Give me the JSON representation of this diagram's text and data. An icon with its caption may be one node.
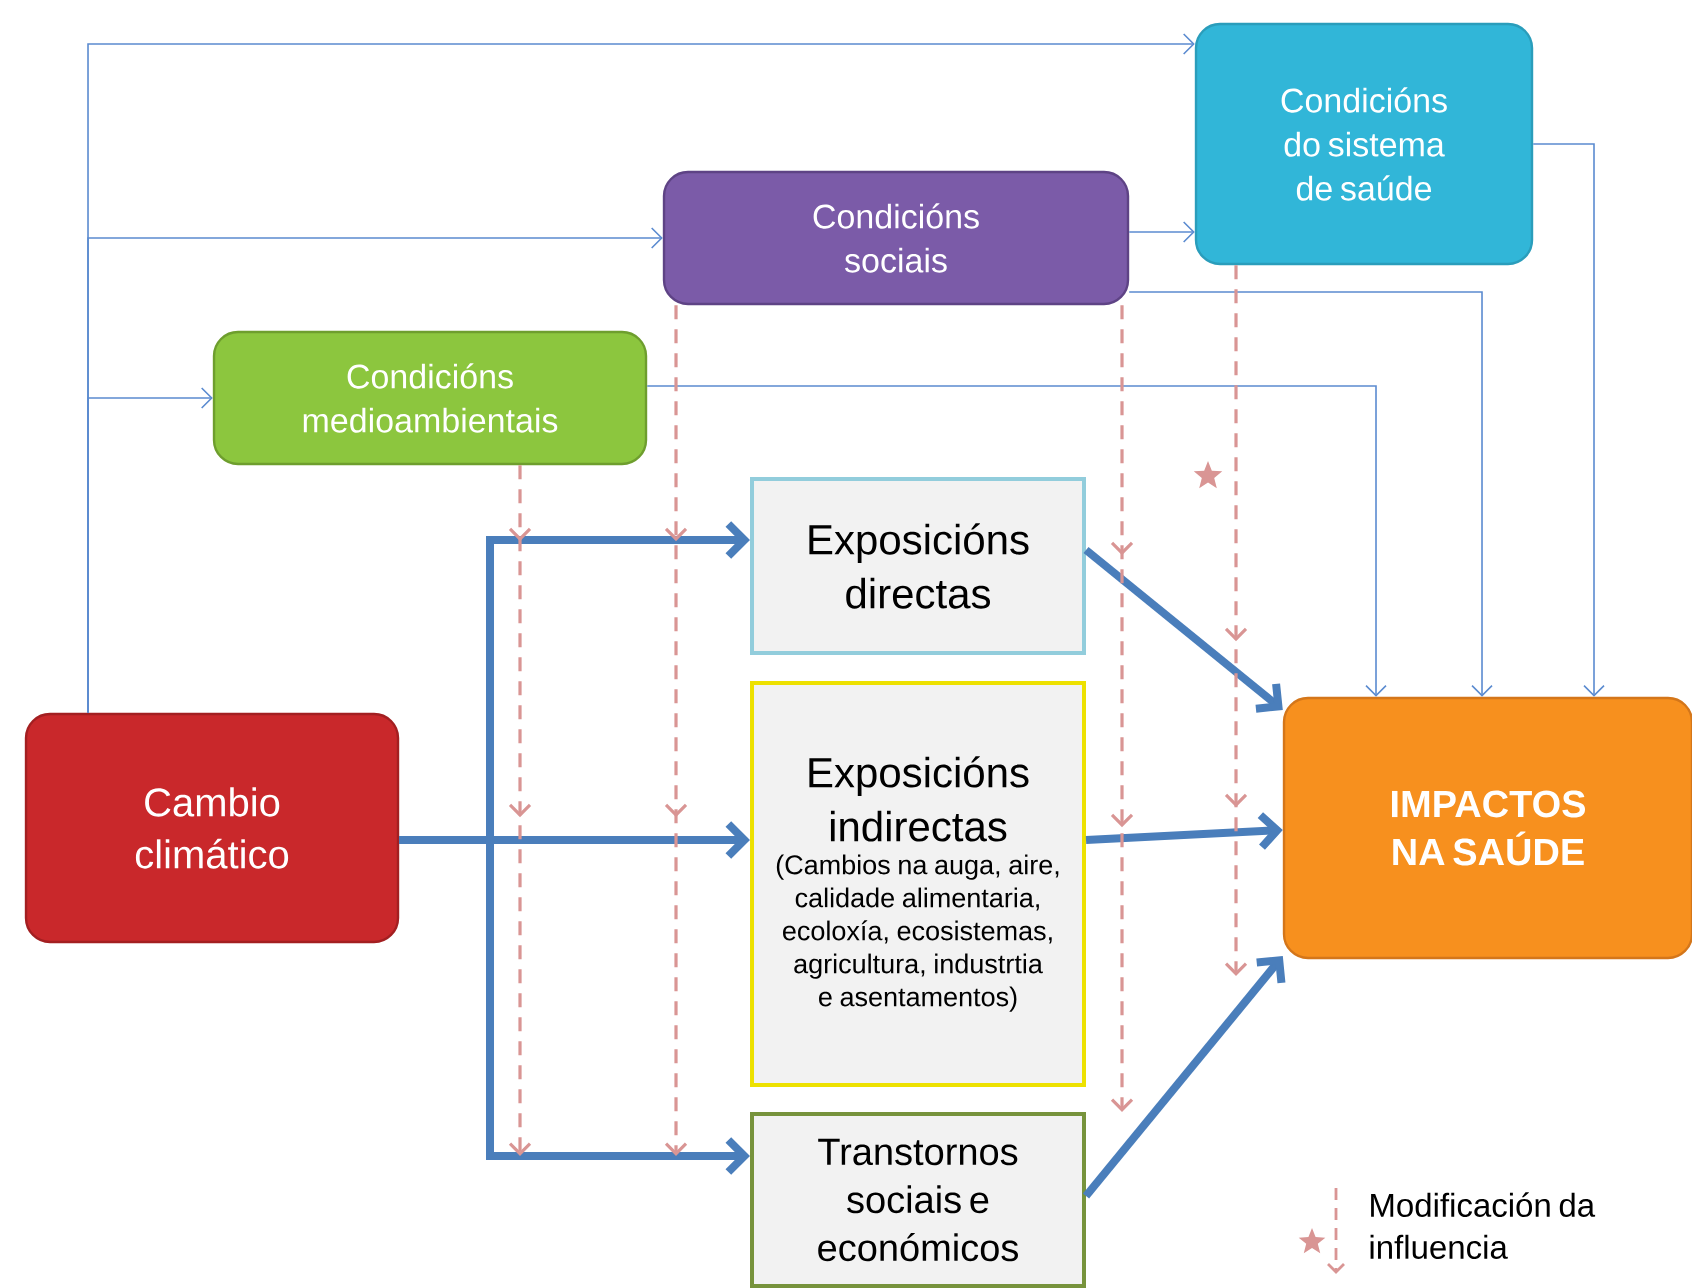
{
  "diagram": {
    "nodes": [
      {
        "text": [
          "Condicións do sistema de saúde"
        ]
      },
      {
        "text": [
          "Condicións sociais"
        ]
      },
      {
        "text": [
          "Condicións medioambientais"
        ]
      },
      {
        "text": [
          "Exposicións directas"
        ]
      },
      {
        "text": [
          "Exposicións indirectas",
          "(Cambios na auga, aire, calidade alimentaria, ecoloxía, ecosistemas, agricultura, industrtia e asentamentos)"
        ]
      },
      {
        "text": [
          "Transtornos sociais e económicos"
        ]
      },
      {
        "text": [
          "Cambio climático"
        ]
      },
      {
        "text": [
          "IMPACTOS NA SAÚDE"
        ]
      }
    ],
    "edges": [
      {
        "from": 6,
        "to": 0,
        "arrow": "to"
      },
      {
        "from": 6,
        "to": 1,
        "arrow": "to"
      },
      {
        "from": 6,
        "to": 2,
        "arrow": "to"
      },
      {
        "from": 1,
        "to": 0,
        "arrow": "to"
      },
      {
        "from": 0,
        "to": 7,
        "arrow": "to"
      },
      {
        "from": 1,
        "to": 7,
        "arrow": "to"
      },
      {
        "from": 2,
        "to": 7,
        "arrow": "to"
      },
      {
        "from": 6,
        "to": 3,
        "arrow": "to",
        "style": "thick"
      },
      {
        "from": 6,
        "to": 4,
        "arrow": "to",
        "style": "thick"
      },
      {
        "from": 6,
        "to": 5,
        "arrow": "to",
        "style": "thick"
      },
      {
        "from": 3,
        "to": 7,
        "arrow": "to",
        "style": "thick"
      },
      {
        "from": 4,
        "to": 7,
        "arrow": "to",
        "style": "thick"
      },
      {
        "from": 5,
        "to": 7,
        "arrow": "to",
        "style": "thick"
      },
      {
        "from": 2,
        "to": null,
        "arrow": "to",
        "style": "dashed",
        "color": "#d99594"
      },
      {
        "from": 1,
        "to": null,
        "arrow": "to",
        "style": "dashed",
        "color": "#d99594"
      },
      {
        "from": 1,
        "to": null,
        "arrow": "to",
        "style": "dashed",
        "color": "#d99594"
      },
      {
        "from": 0,
        "to": null,
        "arrow": "to",
        "style": "dashed",
        "color": "#d99594"
      }
    ],
    "legend": [
      {
        "text": "Modificación da influencia"
      }
    ]
  }
}
